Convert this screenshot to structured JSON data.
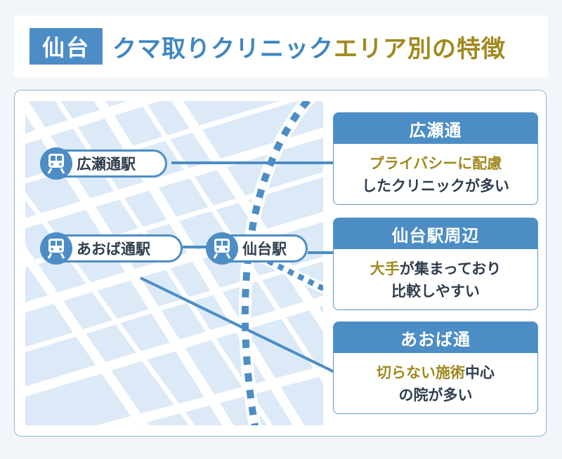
{
  "header": {
    "city": "仙台",
    "title_part1": "クマ取りクリニック",
    "title_part2": "エリア別の特徴"
  },
  "stations": [
    {
      "label": "広瀬通駅",
      "icon": "train-icon"
    },
    {
      "label": "あおば通駅",
      "icon": "train-icon"
    },
    {
      "label": "仙台駅",
      "icon": "train-icon"
    }
  ],
  "areas": [
    {
      "name": "広瀬通",
      "line1_highlight": "プライバシーに配慮",
      "line1_rest": "",
      "line2": "したクリニックが多い"
    },
    {
      "name": "仙台駅周辺",
      "line1_highlight": "大手",
      "line1_rest": "が集まっており",
      "line2": "比較しやすい"
    },
    {
      "name": "あおば通",
      "line1_highlight": "切らない施術",
      "line1_rest": "中心",
      "line2": "の院が多い"
    }
  ],
  "colors": {
    "accent": "#4c8dc6",
    "gold": "#a0891f",
    "map_bg": "#dce9f7",
    "road": "#ffffff"
  }
}
